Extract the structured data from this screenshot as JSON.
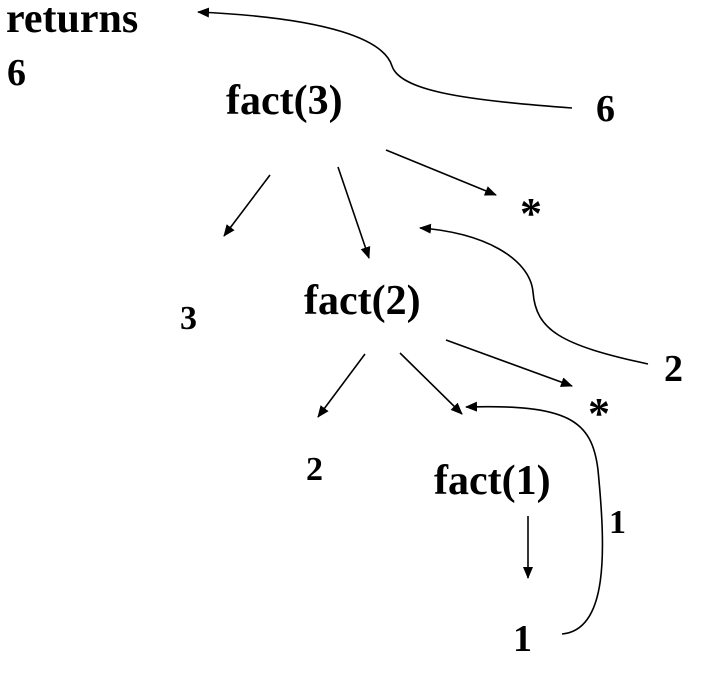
{
  "labels": {
    "returns": "returns",
    "returns_value": "6",
    "fact3": "fact(3)",
    "fact2": "fact(2)",
    "fact1": "fact(1)",
    "leaf3": "3",
    "leaf2": "2",
    "leaf1": "1",
    "star_top": "*",
    "star_mid": "*",
    "ret_fact3": "6",
    "ret_fact2": "2",
    "ret_fact1": "1"
  },
  "colors": {
    "ink": "#000000",
    "background": "#ffffff"
  }
}
